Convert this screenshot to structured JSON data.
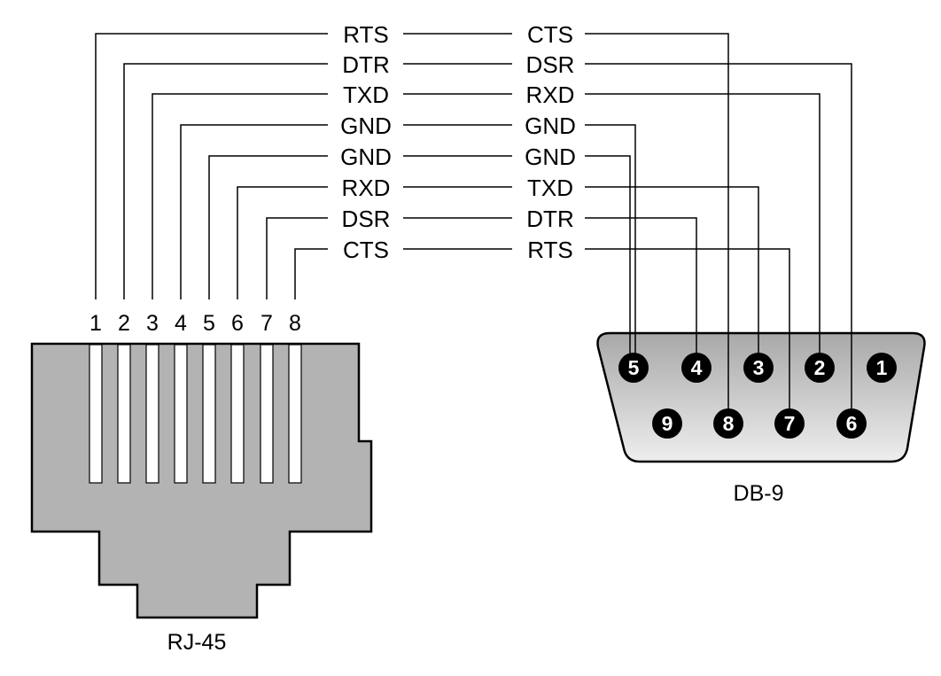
{
  "title": "RJ-45 to DB-9 serial adapter pinout",
  "colors": {
    "line": "#000000",
    "rj45_body": "#b3b3b3",
    "db9_gradient_top": "#a8a8a8",
    "db9_gradient_bottom": "#eeeeee",
    "pin_fill": "#000000",
    "pin_text": "#ffffff",
    "background": "#ffffff"
  },
  "rj45": {
    "label": "RJ-45",
    "pin_numbers": [
      "1",
      "2",
      "3",
      "4",
      "5",
      "6",
      "7",
      "8"
    ]
  },
  "db9": {
    "label": "DB-9",
    "top_row_pins": [
      "5",
      "4",
      "3",
      "2",
      "1"
    ],
    "bottom_row_pins": [
      "9",
      "8",
      "7",
      "6"
    ]
  },
  "connections": [
    {
      "rj45_pin": "1",
      "rj45_signal": "RTS",
      "db9_signal": "CTS",
      "db9_pin": "8"
    },
    {
      "rj45_pin": "2",
      "rj45_signal": "DTR",
      "db9_signal": "DSR",
      "db9_pin": "6"
    },
    {
      "rj45_pin": "3",
      "rj45_signal": "TXD",
      "db9_signal": "RXD",
      "db9_pin": "2"
    },
    {
      "rj45_pin": "4",
      "rj45_signal": "GND",
      "db9_signal": "GND",
      "db9_pin": "5"
    },
    {
      "rj45_pin": "5",
      "rj45_signal": "GND",
      "db9_signal": "GND",
      "db9_pin": "5"
    },
    {
      "rj45_pin": "6",
      "rj45_signal": "RXD",
      "db9_signal": "TXD",
      "db9_pin": "3"
    },
    {
      "rj45_pin": "7",
      "rj45_signal": "DSR",
      "db9_signal": "DTR",
      "db9_pin": "4"
    },
    {
      "rj45_pin": "8",
      "rj45_signal": "CTS",
      "db9_signal": "RTS",
      "db9_pin": "7"
    }
  ]
}
